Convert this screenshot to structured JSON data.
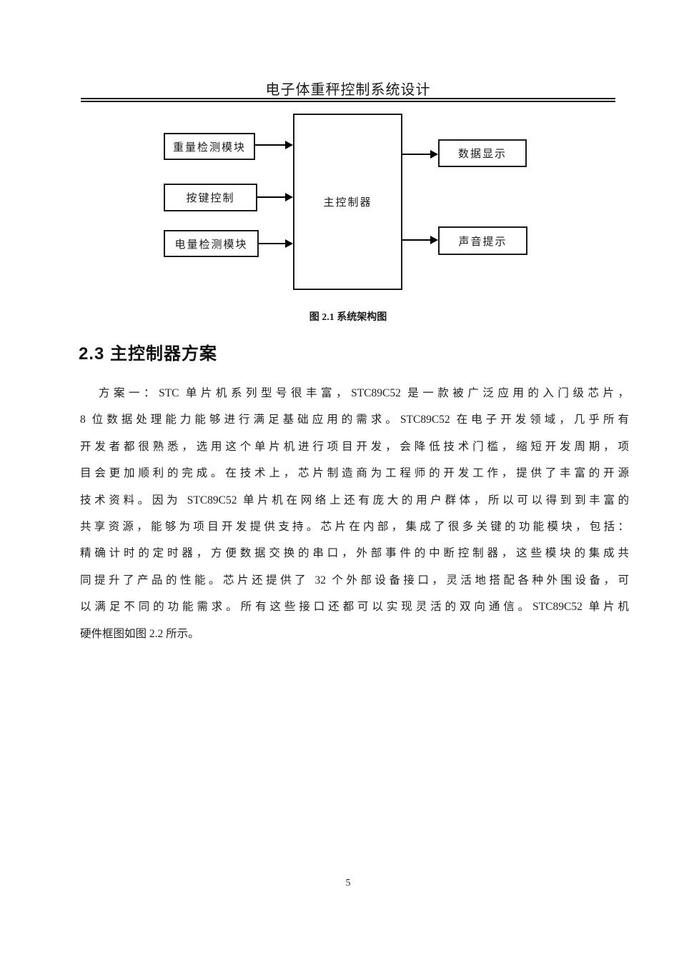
{
  "header": {
    "title": "电子体重秤控制系统设计"
  },
  "diagram": {
    "caption": "图 2.1 系统架构图",
    "center_box": "主控制器",
    "input_boxes": [
      "重量检测模块",
      "按键控制",
      "电量检测模块"
    ],
    "output_boxes": [
      "数据显示",
      "声音提示"
    ]
  },
  "section": {
    "heading": "2.3 主控制器方案",
    "paragraph_lines": [
      "方案一：STC 单片机系列型号很丰富，STC89C52 是一款被广泛应用的入门级芯片，",
      "8 位数据处理能力能够进行满足基础应用的需求。STC89C52 在电子开发领域，几乎所有",
      "开发者都很熟悉，选用这个单片机进行项目开发，会降低技术门槛，缩短开发周期，项",
      "目会更加顺利的完成。在技术上，芯片制造商为工程师的开发工作，提供了丰富的开源",
      "技术资料。因为 STC89C52 单片机在网络上还有庞大的用户群体，所以可以得到到丰富的",
      "共享资源，能够为项目开发提供支持。芯片在内部，集成了很多关键的功能模块，包括：",
      "精确计时的定时器，方便数据交换的串口，外部事件的中断控制器，这些模块的集成共",
      "同提升了产品的性能。芯片还提供了 32 个外部设备接口，灵活地搭配各种外围设备，可",
      "以满足不同的功能需求。所有这些接口还都可以实现灵活的双向通信。STC89C52 单片机",
      "硬件框图如图 2.2 所示。"
    ]
  },
  "footer": {
    "page_number": "5"
  },
  "colors": {
    "text": "#1a1a1a",
    "line": "#000000",
    "background": "#ffffff"
  }
}
